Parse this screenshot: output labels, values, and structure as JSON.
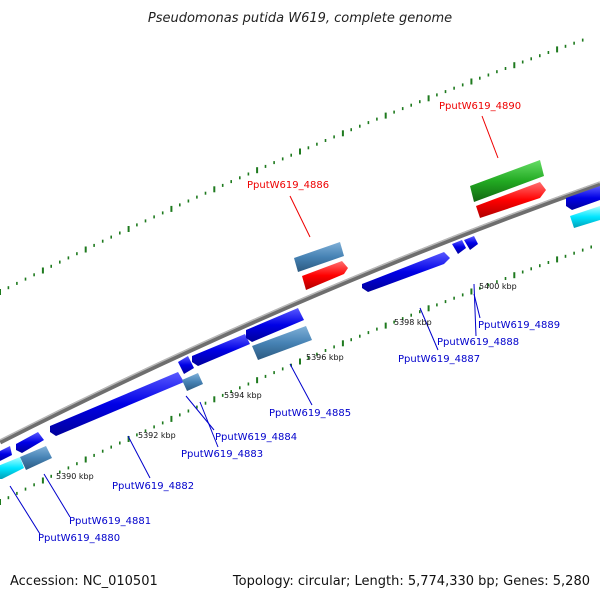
{
  "header": {
    "title": "Pseudomonas putida W619, complete genome"
  },
  "footer": {
    "accession": "Accession: NC_010501",
    "topology": "Topology: circular; Length: 5,774,330 bp; Genes: 5,280"
  },
  "colors": {
    "backbone": "#808080",
    "blue": "#0000e6",
    "steel": "#4682b4",
    "red": "#ff0000",
    "green": "#22aa22",
    "cyan": "#00e5ff",
    "dot": "#1e7a1e",
    "label_blue": "#0000cc",
    "label_red": "#ee0000"
  },
  "ticks": [
    {
      "label": "5390 kbp"
    },
    {
      "label": "5392 kbp"
    },
    {
      "label": "5394 kbp"
    },
    {
      "label": "5396 kbp"
    },
    {
      "label": "5398 kbp"
    },
    {
      "label": "5400 kbp"
    }
  ],
  "genes": [
    {
      "name": "PputW619_4880",
      "color": "#0000cc"
    },
    {
      "name": "PputW619_4881",
      "color": "#0000cc"
    },
    {
      "name": "PputW619_4882",
      "color": "#0000cc"
    },
    {
      "name": "PputW619_4883",
      "color": "#0000cc"
    },
    {
      "name": "PputW619_4884",
      "color": "#0000cc"
    },
    {
      "name": "PputW619_4885",
      "color": "#0000cc"
    },
    {
      "name": "PputW619_4886",
      "color": "#ee0000"
    },
    {
      "name": "PputW619_4887",
      "color": "#0000cc"
    },
    {
      "name": "PputW619_4888",
      "color": "#0000cc"
    },
    {
      "name": "PputW619_4889",
      "color": "#0000cc"
    },
    {
      "name": "PputW619_4890",
      "color": "#ee0000"
    }
  ]
}
